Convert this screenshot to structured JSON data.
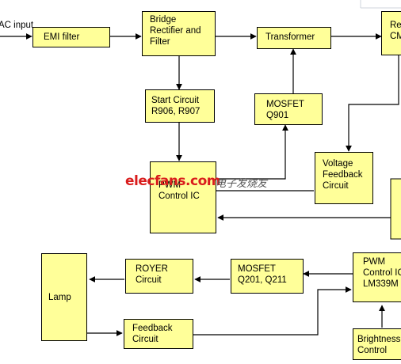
{
  "labels": {
    "ac_input": "AC input"
  },
  "blocks": {
    "emi_filter": [
      "EMI filter"
    ],
    "bridge_rectifier": [
      "Bridge",
      "Rectifier and",
      "Filter"
    ],
    "transformer": [
      "Transformer"
    ],
    "rectifier_partial": [
      "Re",
      "CM"
    ],
    "start_circuit": [
      "Start Circuit",
      "R906, R907"
    ],
    "mosfet_q901": [
      "MOSFET",
      "Q901"
    ],
    "pwm_control_ic_top": [
      "PWM",
      "Control IC"
    ],
    "voltage_feedback": [
      "Voltage",
      "Feedback",
      "Circuit"
    ],
    "lamp": [
      "Lamp"
    ],
    "royer_circuit": [
      "ROYER",
      "Circuit"
    ],
    "mosfet_q201": [
      "MOSFET",
      "Q201, Q211"
    ],
    "pwm_control_lm339": [
      "PWM",
      "Control IC",
      "LM339M"
    ],
    "feedback_circuit": [
      "Feedback",
      "Circuit"
    ],
    "brightness_control": [
      "Brightness",
      "Control"
    ]
  },
  "watermark": {
    "logo": "elecfans.com",
    "chinese": "电子发烧友"
  }
}
